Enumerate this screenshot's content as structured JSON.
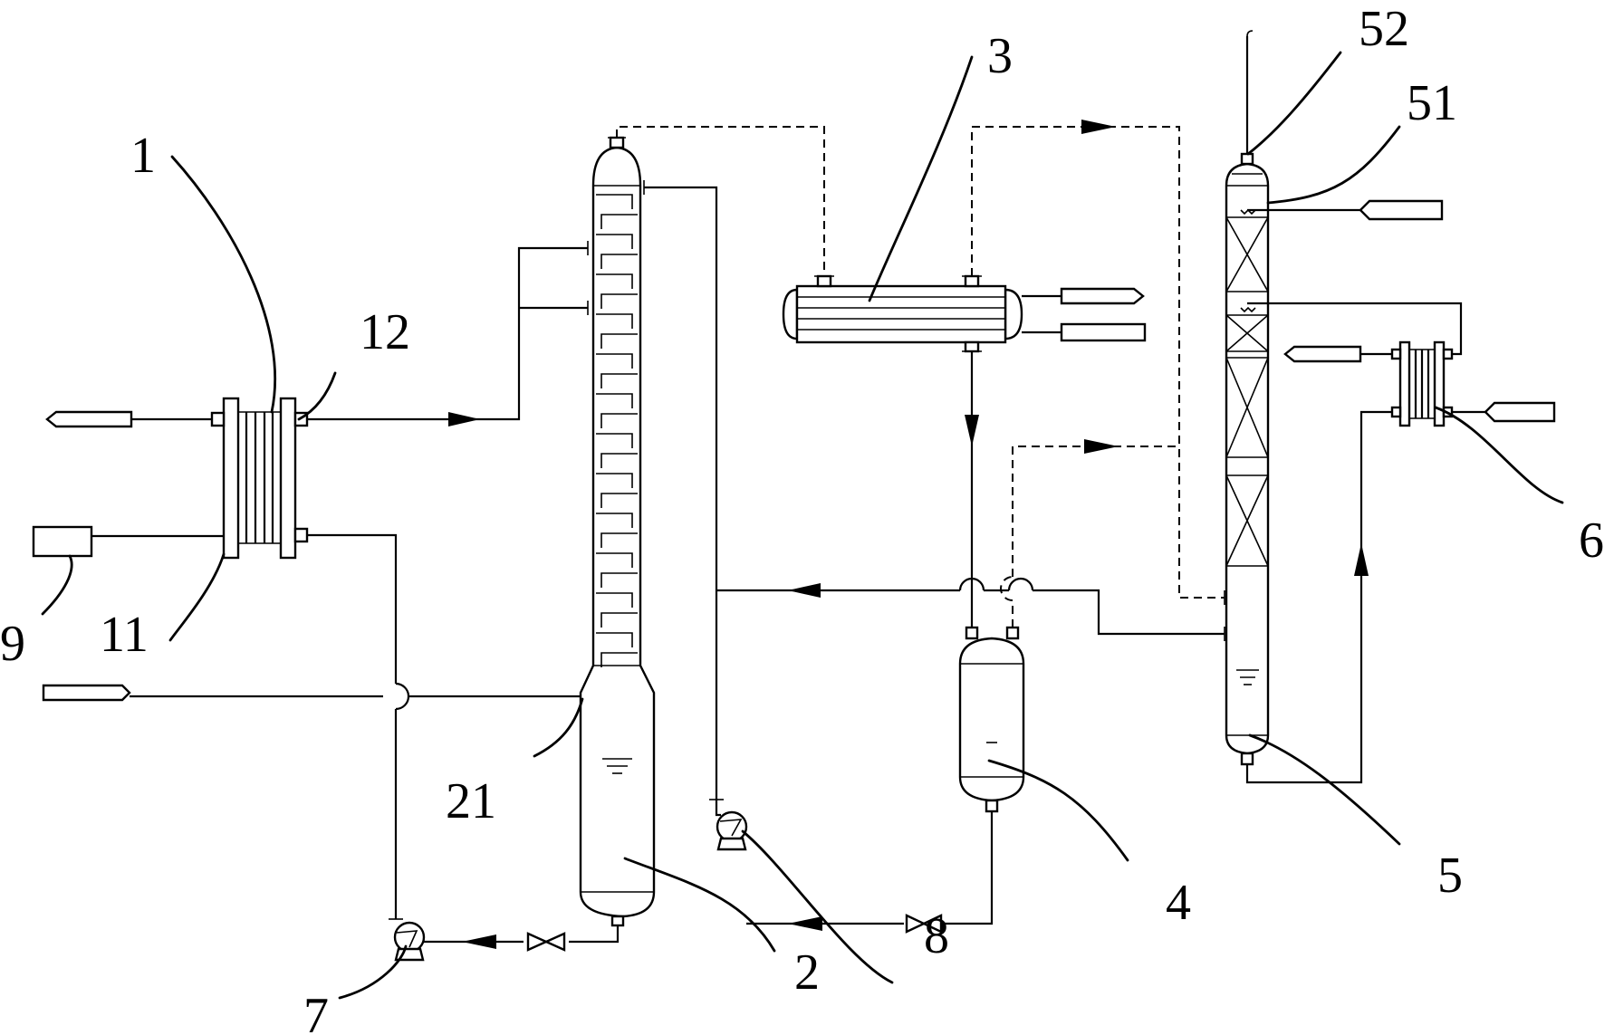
{
  "labels": {
    "l1": "1",
    "l2": "2",
    "l3": "3",
    "l4": "4",
    "l5": "5",
    "l6": "6",
    "l7": "7",
    "l8": "8",
    "l9": "9",
    "l11": "11",
    "l12": "12",
    "l21": "21",
    "l51": "51",
    "l52": "52"
  }
}
